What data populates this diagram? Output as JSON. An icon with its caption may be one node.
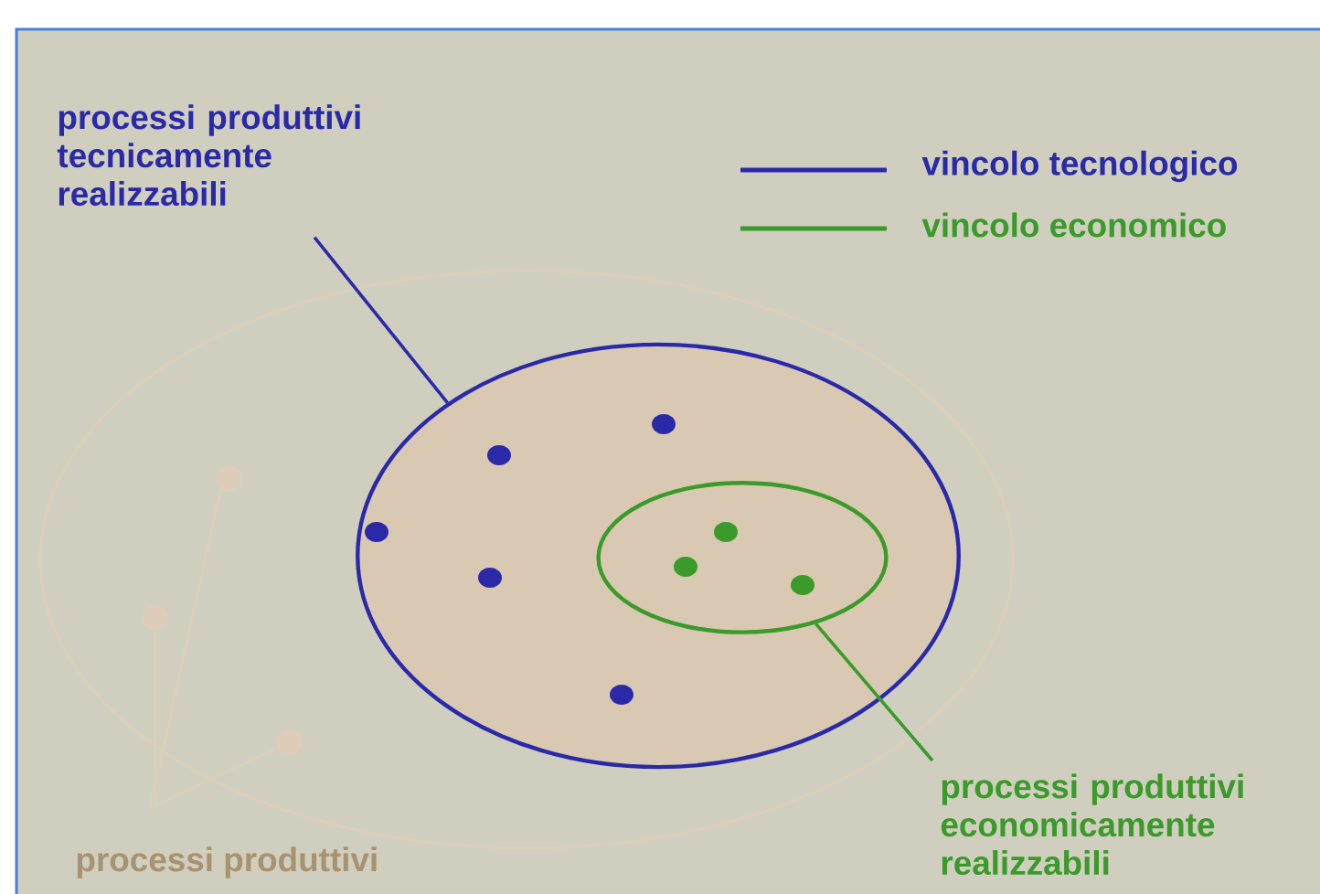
{
  "diagram": {
    "nodes": [
      {
        "text": [
          "processi produttivi tecnicamente realizzabili"
        ]
      },
      {
        "text": [],
        "shape": "ellipse"
      },
      {
        "text": [],
        "shape": "ellipse",
        "in": 1
      },
      {
        "text": [
          "processi produttivi economicamente realizzabili"
        ]
      }
    ],
    "edges": [
      {
        "from": 0,
        "to": 1,
        "arrow": "none",
        "color": "#2a2aa8"
      },
      {
        "from": 3,
        "to": 2,
        "arrow": "none",
        "color": "#3a9a2a"
      }
    ],
    "labels": [
      "processi produttivi"
    ],
    "legend": [
      {
        "text": "vincolo tecnologico"
      },
      {
        "text": "vincolo economico"
      }
    ]
  }
}
